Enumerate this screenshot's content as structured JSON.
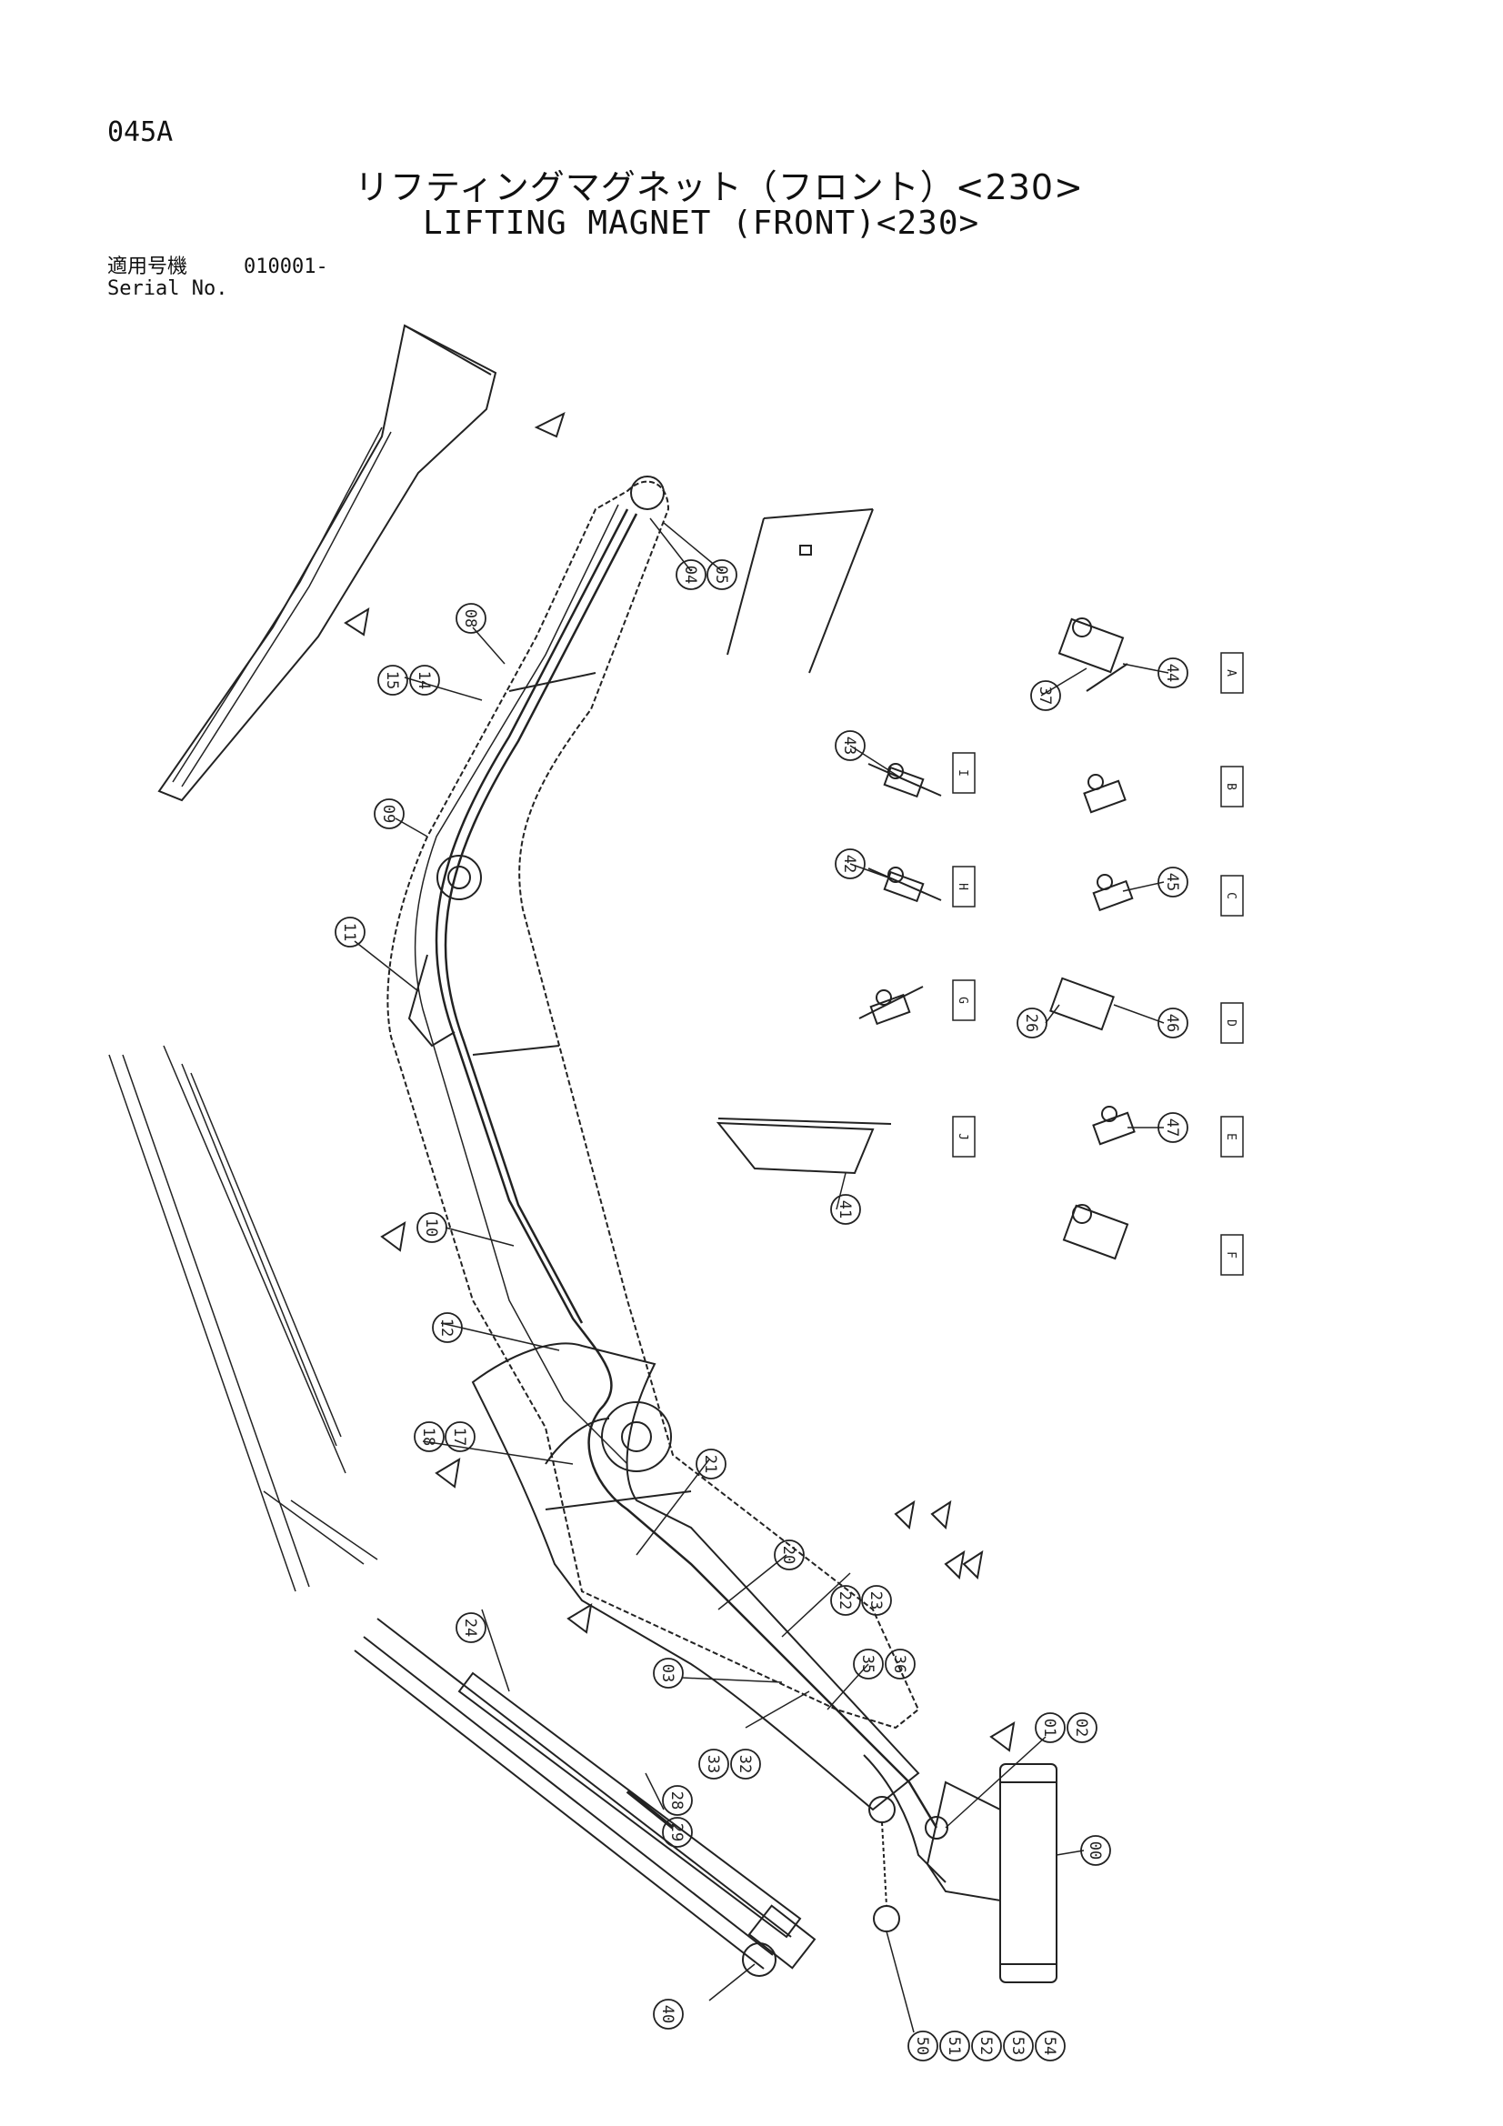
{
  "header": {
    "page_code": "045A",
    "title_japanese": "リフティングマグネット（フロント）<230>",
    "title_english": "LIFTING MAGNET (FRONT)<230>",
    "serial_label_japanese": "適用号機",
    "serial_value": "010001-",
    "serial_label_english": "Serial No."
  },
  "callouts": [
    "00",
    "01",
    "02",
    "03",
    "04",
    "05",
    "08",
    "09",
    "10",
    "11",
    "12",
    "14",
    "15",
    "17",
    "18",
    "20",
    "21",
    "22",
    "23",
    "24",
    "26",
    "28",
    "29",
    "32",
    "33",
    "35",
    "36",
    "37",
    "40",
    "41",
    "42",
    "43",
    "44",
    "45",
    "46",
    "47",
    "50",
    "51",
    "52",
    "53",
    "54"
  ],
  "sections": [
    "A",
    "B",
    "C",
    "D",
    "E",
    "F",
    "G",
    "H",
    "I",
    "J"
  ]
}
